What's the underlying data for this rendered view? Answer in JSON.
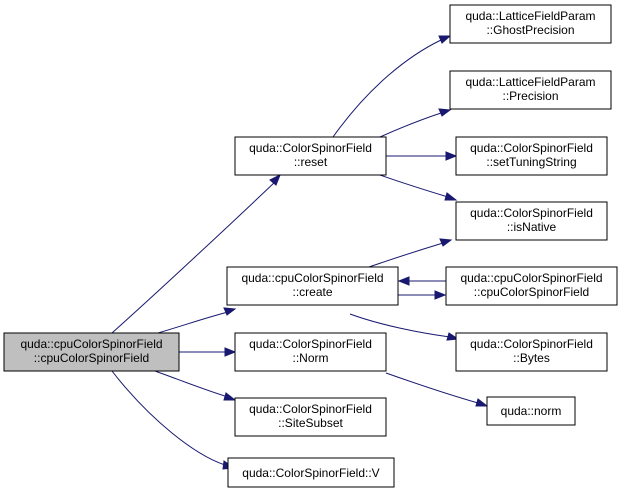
{
  "graph": {
    "colors": {
      "edge": "#191970",
      "root_fill": "#bfbfbf",
      "node_fill": "#ffffff",
      "border": "#000000"
    },
    "nodes": {
      "root": {
        "line1": "quda::cpuColorSpinorField",
        "line2": "::cpuColorSpinorField"
      },
      "reset": {
        "line1": "quda::ColorSpinorField",
        "line2": "::reset"
      },
      "create": {
        "line1": "quda::cpuColorSpinorField",
        "line2": "::create"
      },
      "norm_fn": {
        "line1": "quda::ColorSpinorField",
        "line2": "::Norm"
      },
      "site_subset": {
        "line1": "quda::ColorSpinorField",
        "line2": "::SiteSubset"
      },
      "v": {
        "line1": "quda::ColorSpinorField::V"
      },
      "ghost_precision": {
        "line1": "quda::LatticeFieldParam",
        "line2": "::GhostPrecision"
      },
      "precision": {
        "line1": "quda::LatticeFieldParam",
        "line2": "::Precision"
      },
      "set_tuning": {
        "line1": "quda::ColorSpinorField",
        "line2": "::setTuningString"
      },
      "is_native": {
        "line1": "quda::ColorSpinorField",
        "line2": "::isNative"
      },
      "cpu_ctor": {
        "line1": "quda::cpuColorSpinorField",
        "line2": "::cpuColorSpinorField"
      },
      "bytes": {
        "line1": "quda::ColorSpinorField",
        "line2": "::Bytes"
      },
      "quda_norm": {
        "line1": "quda::norm"
      }
    }
  }
}
